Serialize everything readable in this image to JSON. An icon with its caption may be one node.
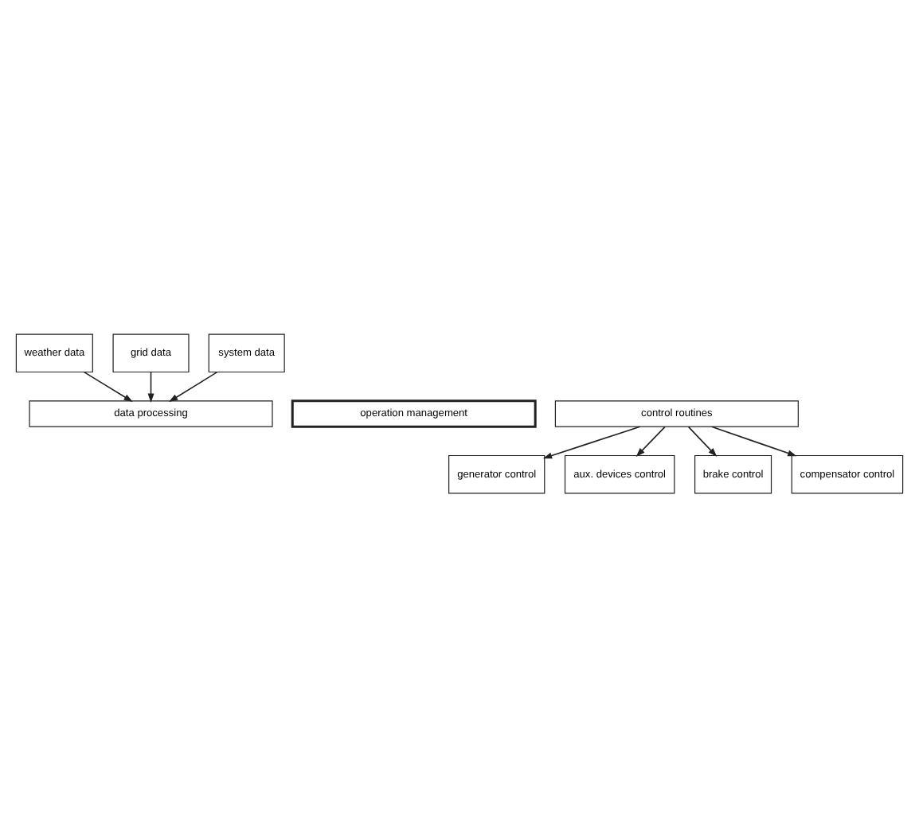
{
  "diagram": {
    "nodes": [
      {
        "text": [
          "weather data"
        ]
      },
      {
        "text": [
          "grid data"
        ]
      },
      {
        "text": [
          "system data"
        ]
      },
      {
        "text": [
          "data processing"
        ]
      },
      {
        "text": [
          "operation management"
        ]
      },
      {
        "text": [
          "control routines"
        ]
      },
      {
        "text": [
          "generator control"
        ]
      },
      {
        "text": [
          "aux. devices control"
        ]
      },
      {
        "text": [
          "brake control"
        ]
      },
      {
        "text": [
          "compensator control"
        ]
      }
    ],
    "edges": [
      {
        "from": 0,
        "to": 3,
        "arrow": "to"
      },
      {
        "from": 1,
        "to": 3,
        "arrow": "to"
      },
      {
        "from": 2,
        "to": 3,
        "arrow": "to"
      },
      {
        "from": 5,
        "to": 6,
        "arrow": "to"
      },
      {
        "from": 5,
        "to": 7,
        "arrow": "to"
      },
      {
        "from": 5,
        "to": 8,
        "arrow": "to"
      },
      {
        "from": 5,
        "to": 9,
        "arrow": "to"
      }
    ]
  }
}
